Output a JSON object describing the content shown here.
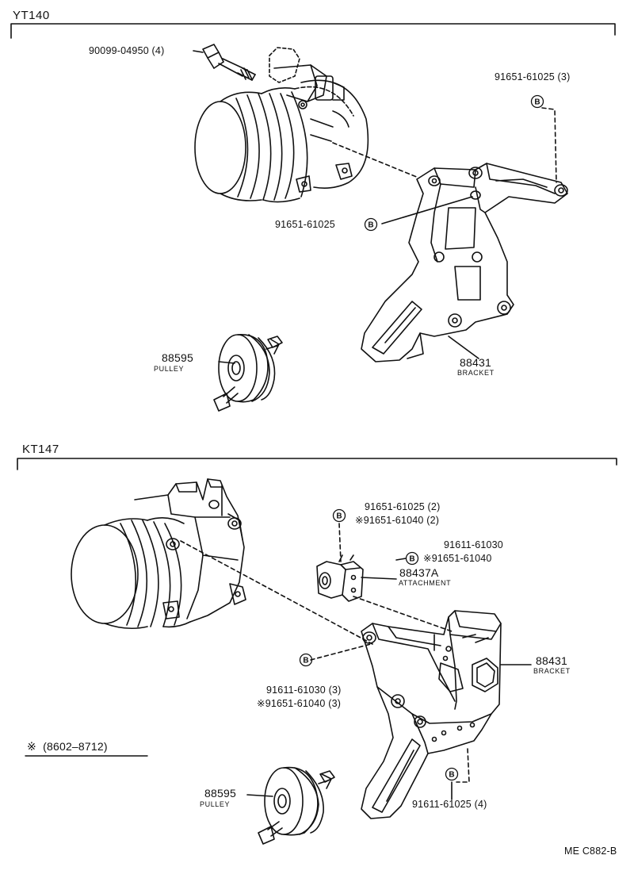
{
  "sections": {
    "top": {
      "title": "YT140",
      "bolt_compressor": "90099-04950 (4)",
      "bolt_right": "91651-61025 (3)",
      "bolt_left": "91651-61025",
      "pulley_number": "88595",
      "pulley_name": "PULLEY",
      "bracket_number": "88431",
      "bracket_name": "BRACKET"
    },
    "bottom": {
      "title": "KT147",
      "attach_bolt_line1": "91651-61025 (2)",
      "attach_bolt_line2": "91651-61040 (2)",
      "side_bolt_line1": "91611-61030",
      "side_bolt_line2": "91651-61040",
      "attachment_number": "88437A",
      "attachment_name": "ATTACHMENT",
      "bracket_number": "88431",
      "bracket_name": "BRACKET",
      "mid_bolt_line1": "91611-61030 (3)",
      "mid_bolt_line2": "91651-61040 (3)",
      "lower_bolt": "91611-61025 (4)",
      "pulley_number": "88595",
      "pulley_name": "PULLEY",
      "date_note": "(8602–8712)"
    }
  },
  "footer": {
    "code": "ME C882-B"
  },
  "symbols": {
    "asterisk": "※",
    "bolt_marker": "B"
  },
  "icons": {
    "marker": "circled-b-icon",
    "parts": [
      "compressor-icon",
      "bracket-icon",
      "pulley-icon",
      "attachment-icon"
    ]
  }
}
